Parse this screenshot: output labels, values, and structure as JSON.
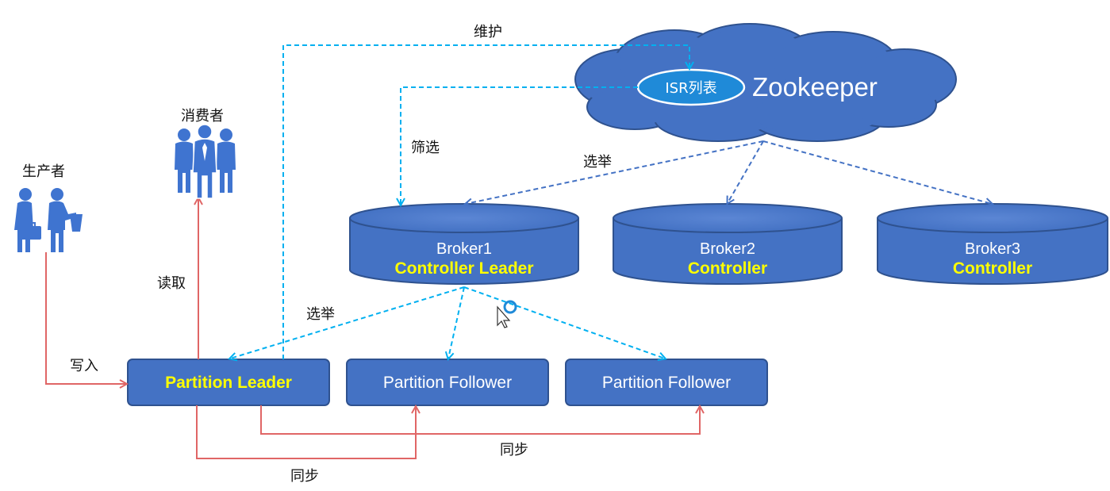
{
  "labels": {
    "weihu": "维护",
    "shaixuan": "筛选",
    "xuanju_top": "选举",
    "xuanju_mid": "选举",
    "duqu": "读取",
    "xieru": "写入",
    "tongbu_right": "同步",
    "tongbu_bottom": "同步"
  },
  "actors": {
    "consumer": "消费者",
    "producer": "生产者"
  },
  "zookeeper": {
    "title": "Zookeeper",
    "isr": "ISR列表"
  },
  "brokers": [
    {
      "name": "Broker1",
      "role": "Controller Leader"
    },
    {
      "name": "Broker2",
      "role": "Controller"
    },
    {
      "name": "Broker3",
      "role": "Controller"
    }
  ],
  "partitions": [
    {
      "label": "Partition Leader"
    },
    {
      "label": "Partition Follower"
    },
    {
      "label": "Partition Follower"
    }
  ],
  "colors": {
    "box_fill": "#4472c4",
    "box_stroke": "#2f528f",
    "highlight_text": "#ffff00",
    "cyan_dash": "#00b0f0",
    "dark_dash": "#4472c4",
    "red_line": "#e06666",
    "isr_fill": "#1f8ad8",
    "people": "#3f74d0"
  }
}
